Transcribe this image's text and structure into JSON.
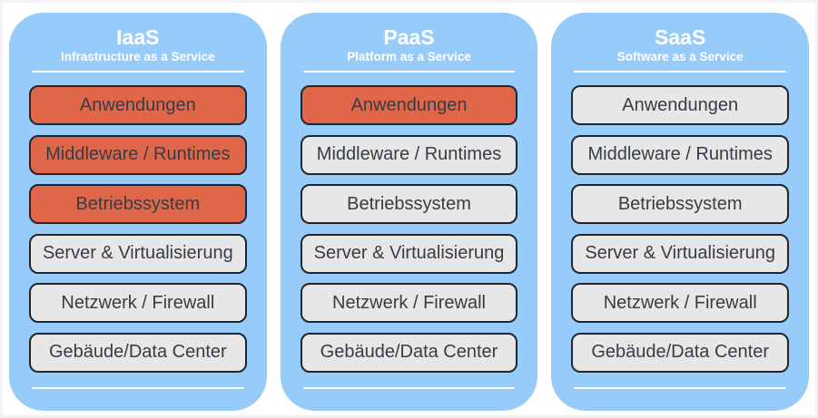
{
  "diagram": {
    "type": "cloud-service-model-stack-comparison",
    "colors": {
      "page_bg": "#ffffff",
      "page_edge": "#f2f2f6",
      "column_bg": "#97cbf9",
      "managed_box": "#e0664a",
      "provider_box": "#e7e7e7",
      "box_border": "#20262b",
      "box_text": "#363d44",
      "header_text": "#ffffff",
      "divider": "#ffffff"
    }
  },
  "columns": [
    {
      "title": "IaaS",
      "subtitle": "Infrastructure as a Service",
      "boxes": [
        {
          "label": "Anwendungen",
          "state": "managed"
        },
        {
          "label": "Middleware / Runtimes",
          "state": "managed"
        },
        {
          "label": "Betriebssystem",
          "state": "managed"
        },
        {
          "label": "Server & Virtualisierung",
          "state": "provider"
        },
        {
          "label": "Netzwerk / Firewall",
          "state": "provider"
        },
        {
          "label": "Gebäude/Data Center",
          "state": "provider"
        }
      ]
    },
    {
      "title": "PaaS",
      "subtitle": "Platform as a Service",
      "boxes": [
        {
          "label": "Anwendungen",
          "state": "managed"
        },
        {
          "label": "Middleware / Runtimes",
          "state": "provider"
        },
        {
          "label": "Betriebssystem",
          "state": "provider"
        },
        {
          "label": "Server & Virtualisierung",
          "state": "provider"
        },
        {
          "label": "Netzwerk / Firewall",
          "state": "provider"
        },
        {
          "label": "Gebäude/Data Center",
          "state": "provider"
        }
      ]
    },
    {
      "title": "SaaS",
      "subtitle": "Software as a Service",
      "boxes": [
        {
          "label": "Anwendungen",
          "state": "provider"
        },
        {
          "label": "Middleware / Runtimes",
          "state": "provider"
        },
        {
          "label": "Betriebssystem",
          "state": "provider"
        },
        {
          "label": "Server & Virtualisierung",
          "state": "provider"
        },
        {
          "label": "Netzwerk / Firewall",
          "state": "provider"
        },
        {
          "label": "Gebäude/Data Center",
          "state": "provider"
        }
      ]
    }
  ]
}
